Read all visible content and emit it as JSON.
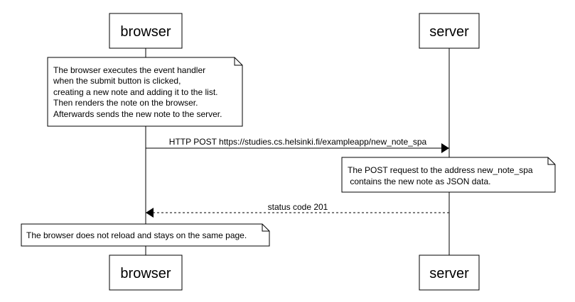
{
  "participants": [
    {
      "id": "browser",
      "label": "browser"
    },
    {
      "id": "server",
      "label": "server"
    }
  ],
  "notes": [
    {
      "id": "note-browser-executes",
      "lines": [
        "The browser executes the event handler",
        "when the submit button is clicked,",
        "creating a new note and adding it to the list.",
        "Then renders the note on the browser.",
        "Afterwards sends the new note to the server."
      ]
    },
    {
      "id": "note-post-request",
      "lines": [
        "The POST request to the address new_note_spa",
        " contains the new note as JSON data."
      ]
    },
    {
      "id": "note-no-reload",
      "lines": [
        "The browser does not reload and stays on the same page."
      ]
    }
  ],
  "messages": [
    {
      "id": "msg-http-post",
      "from": "browser",
      "to": "server",
      "label": "HTTP POST https://studies.cs.helsinki.fi/exampleapp/new_note_spa",
      "style": "solid"
    },
    {
      "id": "msg-status-201",
      "from": "server",
      "to": "browser",
      "label": "status code 201",
      "style": "dashed"
    }
  ]
}
